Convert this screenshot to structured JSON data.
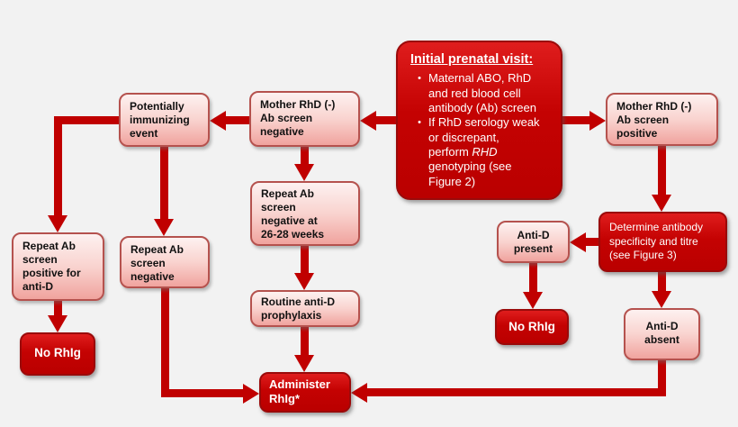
{
  "diagram": {
    "background_color": "#f2f2f2",
    "colors": {
      "dark_red_fill": "#c00000",
      "pink_fill_top": "#fdf1f0",
      "pink_fill_bottom": "#f0a39e",
      "pink_border": "#b5524e",
      "arrow": "#c00000",
      "text_dark": "#111111",
      "text_light": "#ffffff"
    },
    "initial_visit_box": {
      "title": "Initial prenatal visit:",
      "bullet_marker": "•",
      "bullet1": "Maternal ABO, RhD\nand red blood cell\nantibody (Ab) screen",
      "bullet2_pre": "If RhD serology weak\nor discrepant,\nperform ",
      "bullet2_italic": "RHD",
      "bullet2_post": "\ngenotyping (see\nFigure 2)"
    },
    "nodes": {
      "potentially_immunizing": {
        "label": "Potentially\nimmunizing\nevent"
      },
      "mother_rhd_negative": {
        "label": "Mother RhD (-)\nAb screen\nnegative"
      },
      "mother_rhd_positive": {
        "label": "Mother RhD (-)\nAb screen\npositive"
      },
      "repeat_ab_26_28": {
        "label": "Repeat Ab\nscreen\nnegative at\n26-28 weeks"
      },
      "repeat_ab_positive": {
        "label": "Repeat Ab\nscreen\npositive for\nanti-D"
      },
      "repeat_ab_negative": {
        "label": "Repeat Ab\nscreen\nnegative"
      },
      "no_rhig_left": {
        "label": "No RhIg"
      },
      "routine_prophylaxis": {
        "label": "Routine anti-D\nprophylaxis"
      },
      "administer_rhig": {
        "label": "Administer\nRhIg*"
      },
      "anti_d_present": {
        "label": "Anti-D\npresent"
      },
      "determine_antibody": {
        "label": "Determine antibody\nspecificity and titre\n(see Figure 3)"
      },
      "no_rhig_right": {
        "label": "No RhIg"
      },
      "anti_d_absent": {
        "label": "Anti-D\nabsent"
      }
    }
  }
}
